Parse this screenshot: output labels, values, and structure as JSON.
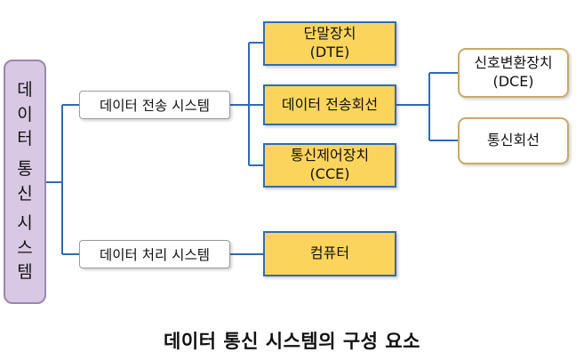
{
  "root": {
    "chars": [
      "데",
      "이",
      "터",
      "통",
      "신",
      "시",
      "스",
      "템"
    ]
  },
  "systems": {
    "transmission": "데이터 전송 시스템",
    "processing": "데이터 처리 시스템"
  },
  "components": {
    "dte": {
      "line1": "단말장치",
      "line2": "(DTE)"
    },
    "line": {
      "line1": "데이터 전송회선"
    },
    "cce": {
      "line1": "통신제어장치",
      "line2": "(CCE)"
    },
    "computer": {
      "line1": "컴퓨터"
    }
  },
  "sub": {
    "dce": {
      "line1": "신호변환장치",
      "line2": "(DCE)"
    },
    "comm": {
      "line1": "통신회선"
    }
  },
  "caption": "데이터 통신 시스템의 구성 요소",
  "colors": {
    "connector": "#2f6bb3",
    "component_fill": "#fbd55b",
    "root_fill": "#d9c8e4"
  }
}
